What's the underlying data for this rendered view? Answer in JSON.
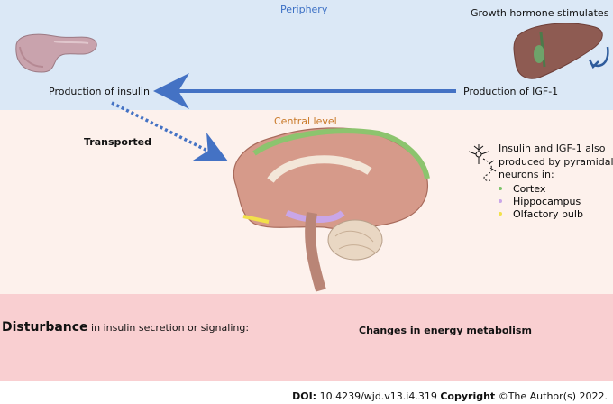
{
  "periphery": {
    "label": "Periphery",
    "insulin_label": "Production of insulin",
    "igf_label": "Production of IGF-1",
    "gh_label": "Growth hormone stimulates"
  },
  "central": {
    "label": "Central level",
    "transported_label": "Transported",
    "neurons_text": "Insulin and IGF-1 also produced by pyramidal neurons in:",
    "legend": [
      {
        "label": "Cortex",
        "color": "#7dc46a"
      },
      {
        "label": "Hippocampus",
        "color": "#c9a6e8"
      },
      {
        "label": "Olfactory bulb",
        "color": "#f2e14a"
      }
    ]
  },
  "disturbance": {
    "bold": "Disturbance",
    "rest": " in insulin secretion or signaling:",
    "result": "Changes in energy metabolism"
  },
  "footer": {
    "doi_label": "DOI:",
    "doi_value": " 10.4239/wjd.v13.i4.319 ",
    "copyright_label": "Copyright",
    "copyright_value": " ©The Author(s) 2022."
  },
  "colors": {
    "arrow": "#4472c4",
    "periphery_band": "#dbe8f6",
    "central_band": "#fdf1ec",
    "disturbance_band": "#f9cfd1"
  }
}
